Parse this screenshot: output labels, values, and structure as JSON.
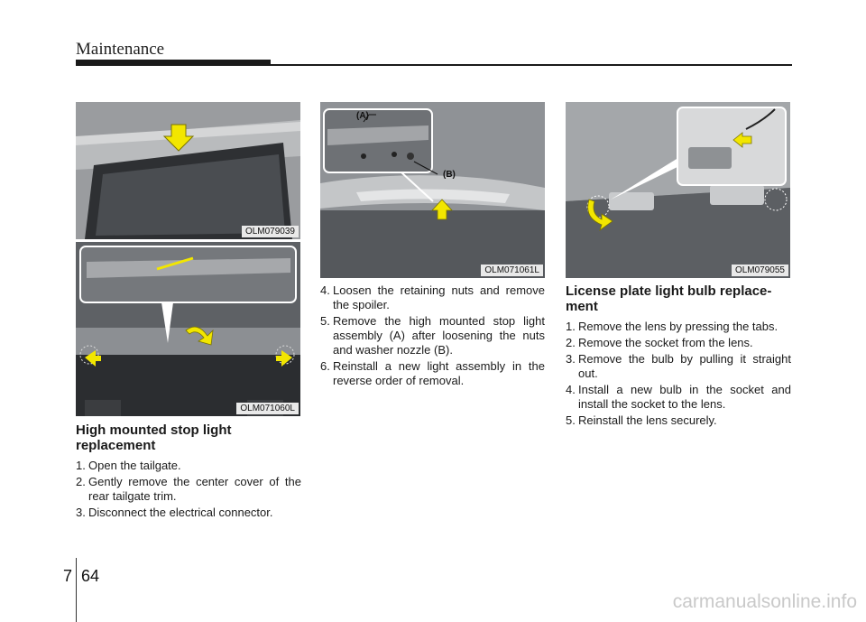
{
  "header": {
    "title": "Maintenance"
  },
  "figures": [
    {
      "code": "OLM079039"
    },
    {
      "code": "OLM071060L"
    },
    {
      "code": "OLM071061L",
      "callout_a": "(A)",
      "callout_b": "(B)"
    },
    {
      "code": "OLM079055"
    }
  ],
  "col1": {
    "heading": "High mounted stop light replacement",
    "steps": [
      {
        "n": "1.",
        "text": "Open the tailgate."
      },
      {
        "n": "2.",
        "text": "Gently remove the center cover of the rear tailgate trim."
      },
      {
        "n": "3.",
        "text": "Disconnect the electrical connector."
      }
    ]
  },
  "col2": {
    "steps": [
      {
        "n": "4.",
        "text": "Loosen the retaining nuts and remove the spoiler."
      },
      {
        "n": "5.",
        "text": "Remove the high mounted stop light assembly (A) after loosening the nuts and washer nozzle (B)."
      },
      {
        "n": "6.",
        "text": "Reinstall a new light assembly in the reverse order of removal."
      }
    ]
  },
  "col3": {
    "heading": "License plate light bulb replace-ment",
    "steps": [
      {
        "n": "1.",
        "text": "Remove the lens by pressing the tabs."
      },
      {
        "n": "2.",
        "text": "Remove the socket from the lens."
      },
      {
        "n": "3.",
        "text": "Remove the bulb by pulling it straight out."
      },
      {
        "n": "4.",
        "text": "Install a new bulb in the socket and install the socket to the lens."
      },
      {
        "n": "5.",
        "text": "Reinstall the lens securely."
      }
    ]
  },
  "footer": {
    "chapter": "7",
    "page": "64",
    "watermark": "carmanualsonline.info"
  },
  "colors": {
    "accent_arrow": "#f2e600",
    "dark": "#1a1a1a",
    "photo": "#6b6e72"
  }
}
